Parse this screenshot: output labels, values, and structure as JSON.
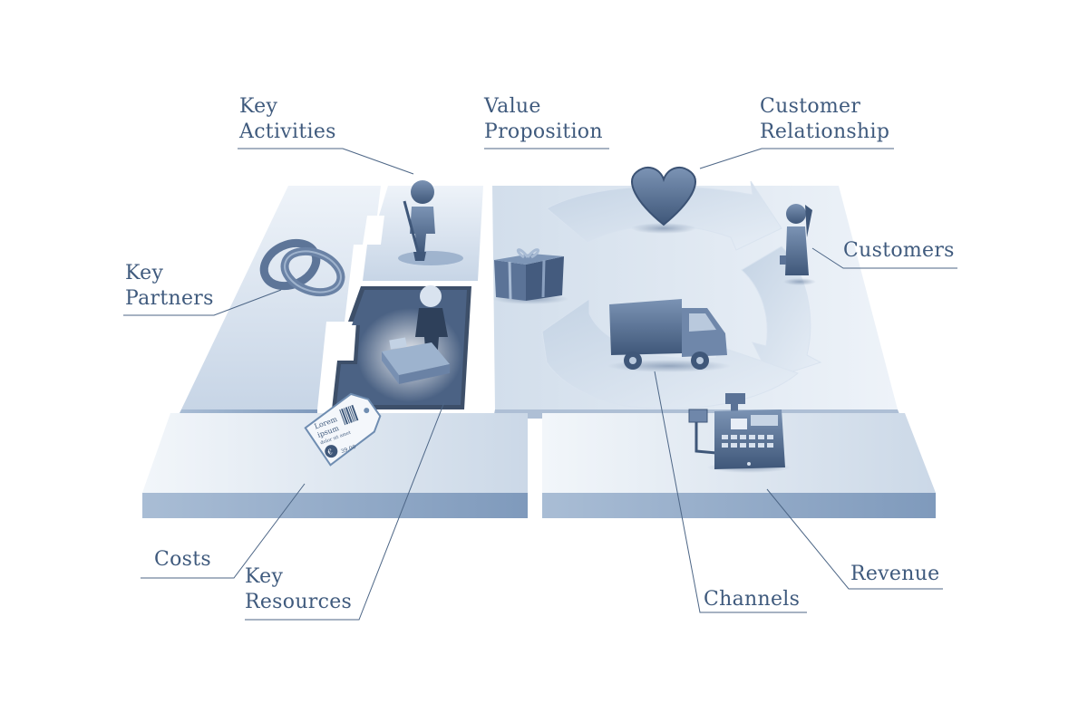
{
  "labels": {
    "key_activities": [
      "Key",
      "Activities"
    ],
    "value_proposition": [
      "Value",
      "Proposition"
    ],
    "customer_relationship": [
      "Customer",
      "Relationship"
    ],
    "customers": [
      "Customers"
    ],
    "key_partners": [
      "Key",
      "Partners"
    ],
    "costs": [
      "Costs"
    ],
    "key_resources": [
      "Key",
      "Resources"
    ],
    "channels": [
      "Channels"
    ],
    "revenue": [
      "Revenue"
    ]
  },
  "price_tag": {
    "lines": [
      "Lorem",
      "ipsum"
    ],
    "small": "dolor sit amet",
    "price": "39,00",
    "currency": "€"
  },
  "colors": {
    "label_text": "#3f5a7d",
    "leader_line": "#4d6686",
    "tile_light": "#dde6f1",
    "tile_mid": "#b9c9dd",
    "tile_dark": "#8aa3c1",
    "tile_edge": "#6f8db1",
    "dark_slot": "#3c4f68",
    "icon_main": "#5a7296",
    "icon_dark": "#3e5577"
  }
}
